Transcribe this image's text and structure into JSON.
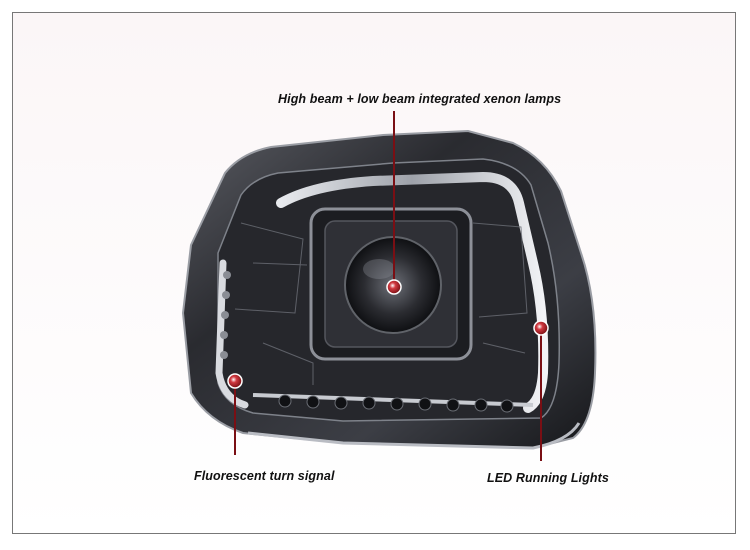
{
  "callouts": {
    "xenon": "High beam + low beam integrated xenon lamps",
    "turn_signal": "Fluorescent turn signal",
    "running_lights": "LED Running Lights"
  },
  "colors": {
    "leader_line": "#7a0f14",
    "marker": "#a01018",
    "housing_dark": "#1a1a1d",
    "chrome": "#c9ccd2"
  }
}
